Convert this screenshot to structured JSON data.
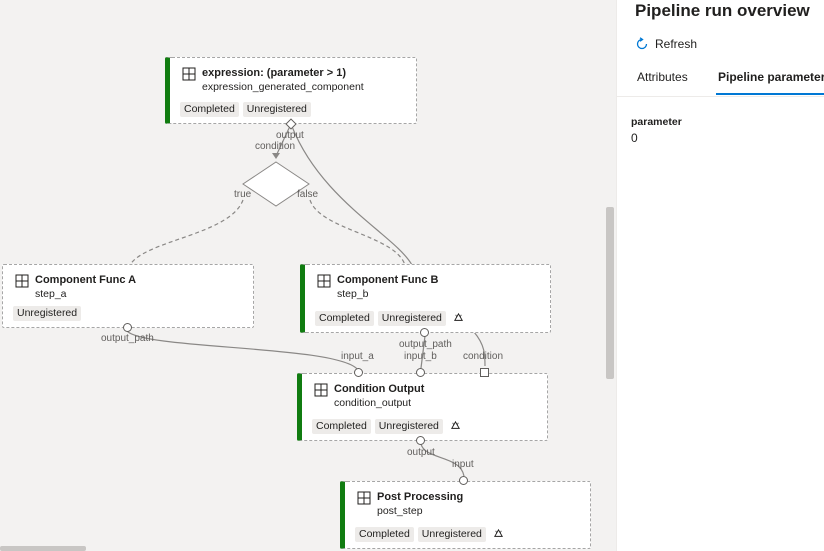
{
  "panel": {
    "title": "Pipeline run overview",
    "refresh_label": "Refresh",
    "tabs": [
      {
        "label": "Attributes",
        "active": false
      },
      {
        "label": "Pipeline parameters",
        "active": true
      }
    ],
    "parameters": [
      {
        "name": "parameter",
        "value": "0"
      }
    ]
  },
  "graph": {
    "nodes": [
      {
        "id": "expr",
        "title": "expression: (parameter > 1)",
        "subtitle": "expression_generated_component",
        "badges": [
          "Completed",
          "Unregistered"
        ],
        "reused": false
      },
      {
        "id": "a",
        "title": "Component Func A",
        "subtitle": "step_a",
        "badges": [
          "Unregistered"
        ],
        "reused": false
      },
      {
        "id": "b",
        "title": "Component Func B",
        "subtitle": "step_b",
        "badges": [
          "Completed",
          "Unregistered"
        ],
        "reused": true
      },
      {
        "id": "cond",
        "title": "Condition Output",
        "subtitle": "condition_output",
        "badges": [
          "Completed",
          "Unregistered"
        ],
        "reused": true
      },
      {
        "id": "post",
        "title": "Post Processing",
        "subtitle": "post_step",
        "badges": [
          "Completed",
          "Unregistered"
        ],
        "reused": true
      }
    ],
    "ports": {
      "expr_output": "output",
      "condition": "condition",
      "true_label": "true",
      "false_label": "false",
      "a_output": "output_path",
      "b_output": "output_path",
      "cond_input_a": "input_a",
      "cond_input_b": "input_b",
      "cond_condition": "condition",
      "cond_output": "output",
      "post_input": "input"
    }
  },
  "colors": {
    "status_completed": "#107c10",
    "accent": "#0078d4",
    "canvas_bg": "#f3f2f1"
  }
}
